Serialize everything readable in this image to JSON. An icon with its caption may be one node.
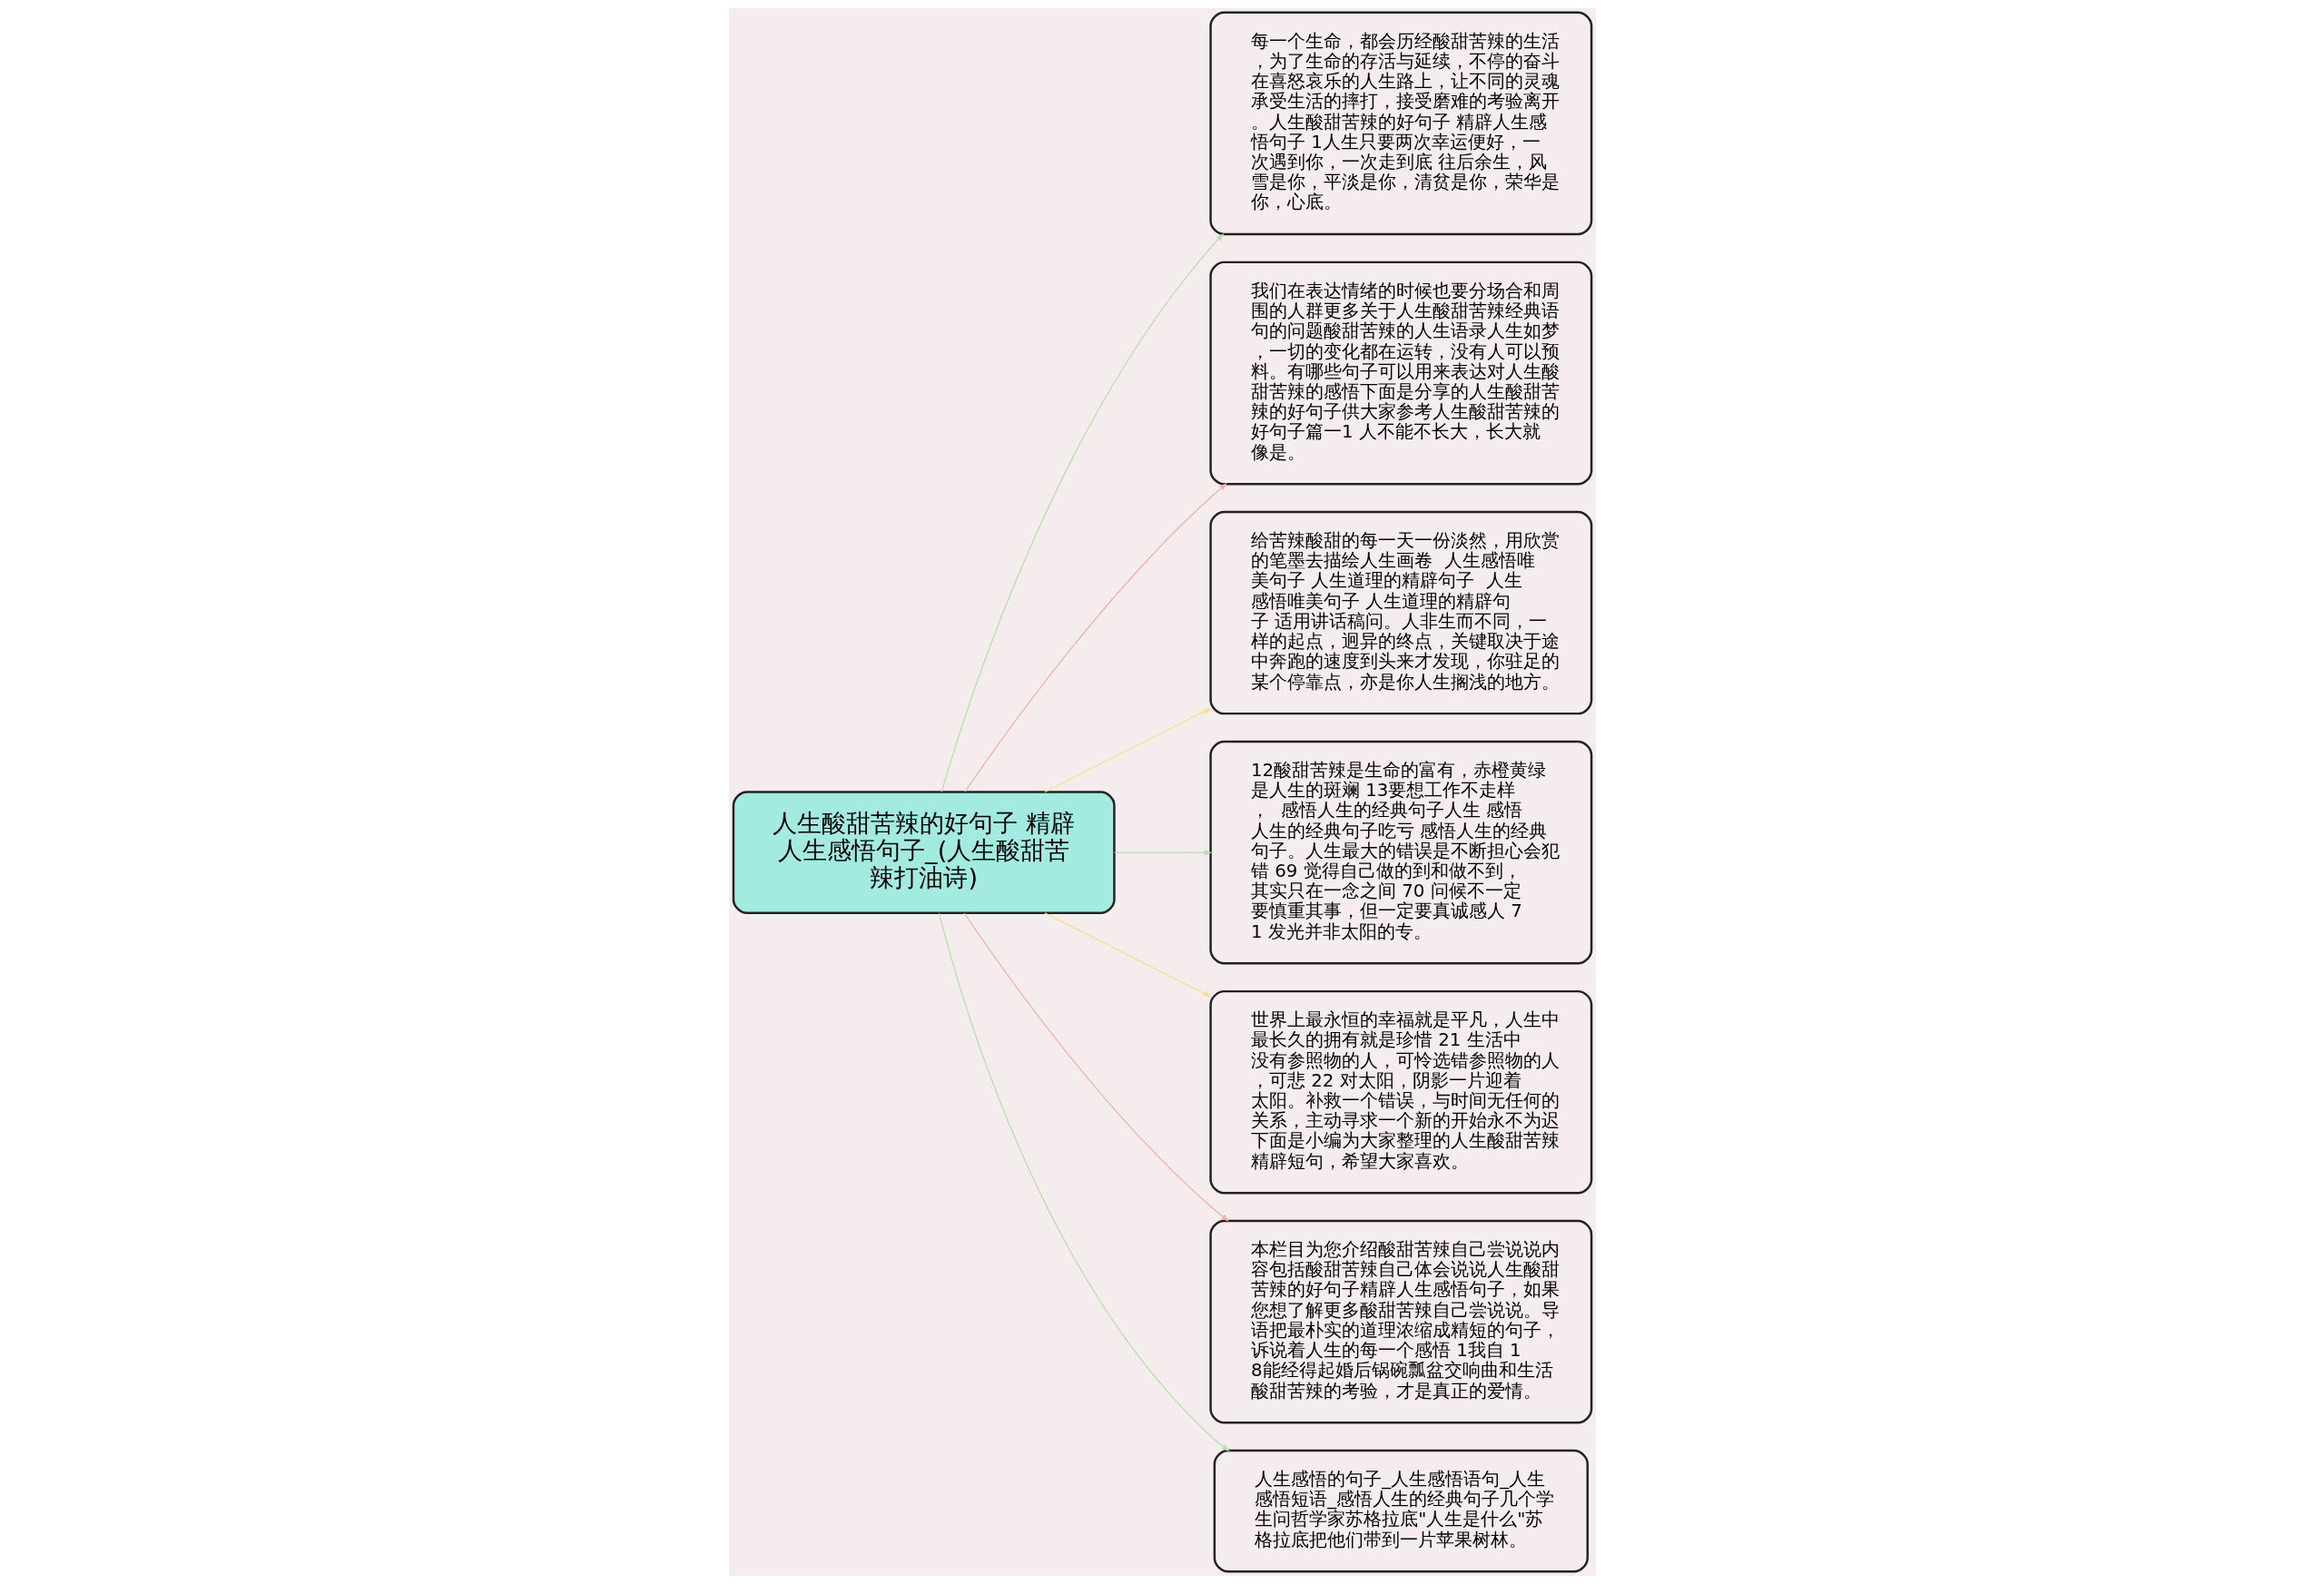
{
  "diagram": {
    "nodes": [
      {
        "text": [
          "人生酸甜苦辣的好句子 精辟人生感悟句子_(人生酸甜苦辣打油诗)"
        ]
      },
      {
        "text": [
          "每一个生命，都会历经酸甜苦辣的生活，为了生命的存活与延续，不停的奋斗在喜怒哀乐的人生路上，让不同的灵魂承受生活的摔打，接受磨难的考验离开。人生酸甜苦辣的好句子 精辟人生感悟句子 1人生只要两次幸运便好，一次遇到你，一次走到底 往后余生，风雪是你，平淡是你，清贫是你，荣华是你，心底。"
        ]
      },
      {
        "text": [
          "我们在表达情绪的时候也要分场合和周围的人群更多关于人生酸甜苦辣经典语句的问题酸甜苦辣的人生语录人生如梦，一切的变化都在运转，没有人可以预料。有哪些句子可以用来表达对人生酸甜苦辣的感悟下面是分享的人生酸甜苦辣的好句子供大家参考人生酸甜苦辣的好句子篇一1 人不能不长大，长大就像是。"
        ]
      },
      {
        "text": [
          "给苦辣酸甜的每一天一份淡然，用欣赏的笔墨去描绘人生画卷  人生感悟唯美句子 人生道理的精辟句子  人生感悟唯美句子 人生道理的精辟句子 适用讲话稿问。人非生而不同，一样的起点，迥异的终点，关键取决于途中奔跑的速度到头来才发现，你驻足的某个停靠点，亦是你人生搁浅的地方。"
        ]
      },
      {
        "text": [
          "12酸甜苦辣是生命的富有，赤橙黄绿是人生的斑斓 13要想工作不走样，  感悟人生的经典句子人生 感悟人生的经典句子吃亏 感悟人生的经典句子。人生最大的错误是不断担心会犯错 69 觉得自己做的到和做不到，其实只在一念之间 70 问候不一定要慎重其事，但一定要真诚感人 71 发光并非太阳的专。"
        ]
      },
      {
        "text": [
          "世界上最永恒的幸福就是平凡，人生中最长久的拥有就是珍惜 21 生活中没有参照物的人，可怜选错参照物的人，可悲 22 对太阳，阴影一片迎着太阳。补救一个错误，与时间无任何的关系，主动寻求一个新的开始永不为迟下面是小编为大家整理的人生酸甜苦辣精辟短句，希望大家喜欢。"
        ]
      },
      {
        "text": [
          "本栏目为您介绍酸甜苦辣自己尝说说内容包括酸甜苦辣自己体会说说人生酸甜苦辣的好句子精辟人生感悟句子，如果您想了解更多酸甜苦辣自己尝说说。导语把最朴实的道理浓缩成精短的句子，诉说着人生的每一个感悟 1我自 18能经得起婚后锅碗瓢盆交响曲和生活酸甜苦辣的考验，才是真正的爱情。"
        ]
      },
      {
        "text": [
          "人生感悟的句子_人生感悟语句_人生感悟短语_感悟人生的经典句子几个学生问哲学家苏格拉底\"人生是什么\"苏格拉底把他们带到一片苹果树林。"
        ]
      }
    ],
    "edges": [
      {
        "from": 0,
        "to": 1,
        "arrow": "to",
        "color": "#b5dfa8"
      },
      {
        "from": 0,
        "to": 2,
        "arrow": "to",
        "color": "#f0b0a8"
      },
      {
        "from": 0,
        "to": 3,
        "arrow": "to",
        "color": "#f5e08a"
      },
      {
        "from": 0,
        "to": 4,
        "arrow": "to",
        "color": "#b5dfa8"
      },
      {
        "from": 0,
        "to": 5,
        "arrow": "to",
        "color": "#f5e08a"
      },
      {
        "from": 0,
        "to": 6,
        "arrow": "to",
        "color": "#f0b0a8"
      },
      {
        "from": 0,
        "to": 7,
        "arrow": "to",
        "color": "#b5dfa8"
      }
    ]
  }
}
